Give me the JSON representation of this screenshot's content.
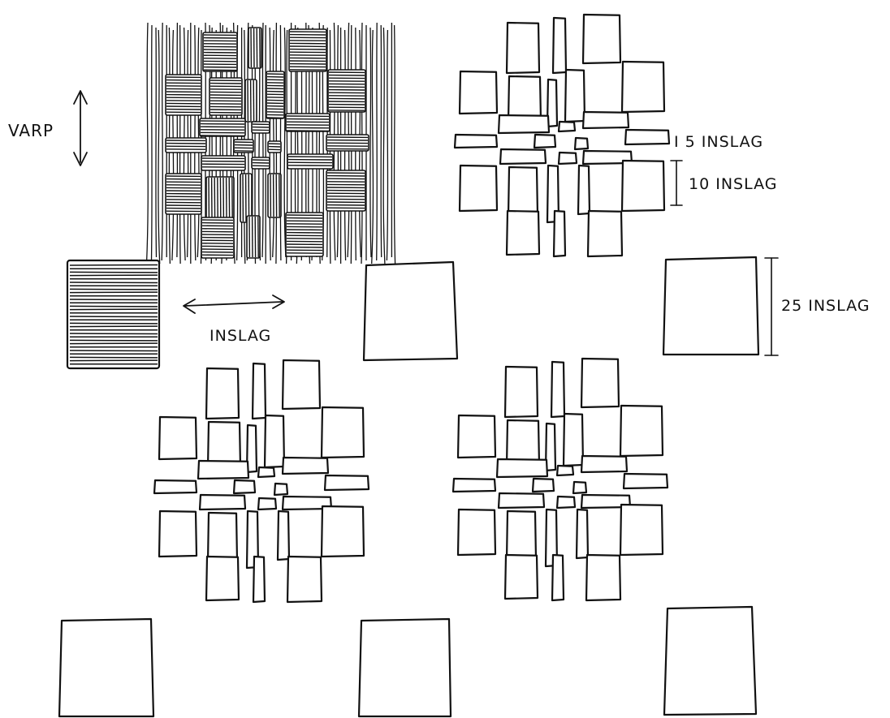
{
  "labels": {
    "varp": "VARP",
    "inslag": "INSLAG",
    "inslag_5": "I 5 INSLAG",
    "inslag_10": "10 INSLAG",
    "inslag_25": "25 INSLAG"
  },
  "colors": {
    "ink": "#111111",
    "paper": "#ffffff"
  }
}
